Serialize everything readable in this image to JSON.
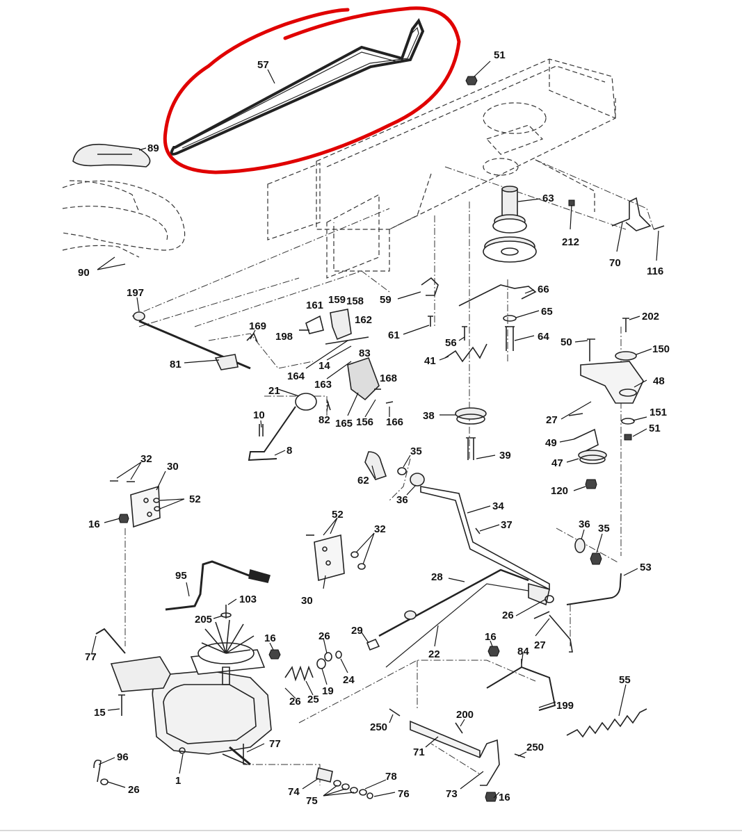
{
  "diagram": {
    "labels": [
      "57",
      "51",
      "89",
      "63",
      "212",
      "70",
      "116",
      "90",
      "197",
      "161",
      "159",
      "158",
      "59",
      "66",
      "65",
      "169",
      "162",
      "61",
      "56",
      "198",
      "83",
      "64",
      "50",
      "202",
      "150",
      "81",
      "164",
      "14",
      "163",
      "41",
      "48",
      "168",
      "21",
      "82",
      "165",
      "156",
      "166",
      "38",
      "27",
      "151",
      "51",
      "10",
      "8",
      "49",
      "47",
      "39",
      "32",
      "30",
      "35",
      "62",
      "36",
      "120",
      "52",
      "16",
      "34",
      "37",
      "52",
      "32",
      "36",
      "35",
      "53",
      "28",
      "95",
      "30",
      "103",
      "26",
      "27",
      "205",
      "29",
      "22",
      "16",
      "26",
      "84",
      "77",
      "16",
      "199",
      "55",
      "15",
      "19",
      "24",
      "26",
      "25",
      "200",
      "250",
      "71",
      "250",
      "96",
      "77",
      "78",
      "74",
      "75",
      "76",
      "73",
      "16",
      "1",
      "26"
    ],
    "highlight_color": "#e00000",
    "line_color": "#222222"
  }
}
